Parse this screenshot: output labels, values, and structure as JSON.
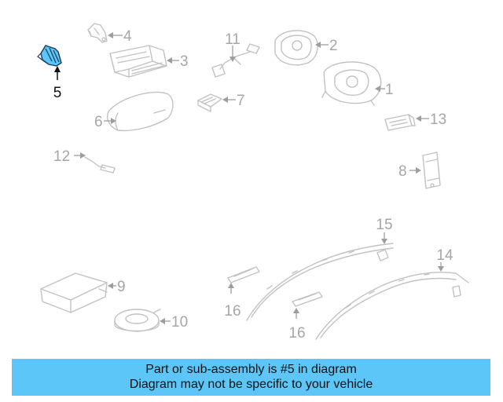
{
  "diagram": {
    "callouts": {
      "c1": "1",
      "c2": "2",
      "c3": "3",
      "c4": "4",
      "c5": "5",
      "c6": "6",
      "c7": "7",
      "c8": "8",
      "c9": "9",
      "c10": "10",
      "c11": "11",
      "c12": "12",
      "c13": "13",
      "c14": "14",
      "c15": "15",
      "c16a": "16",
      "c16b": "16"
    },
    "highlighted_part": "5",
    "colors": {
      "highlight_fill": "#5bc6f7",
      "highlight_stroke": "#1a3a5a",
      "part_stroke": "#c2c2c2",
      "callout_text": "#a6a6a6"
    }
  },
  "banner": {
    "line1": "Part or sub-assembly is #5 in diagram",
    "line2": "Diagram may not be specific to your vehicle",
    "background": "#5bc6f7"
  }
}
